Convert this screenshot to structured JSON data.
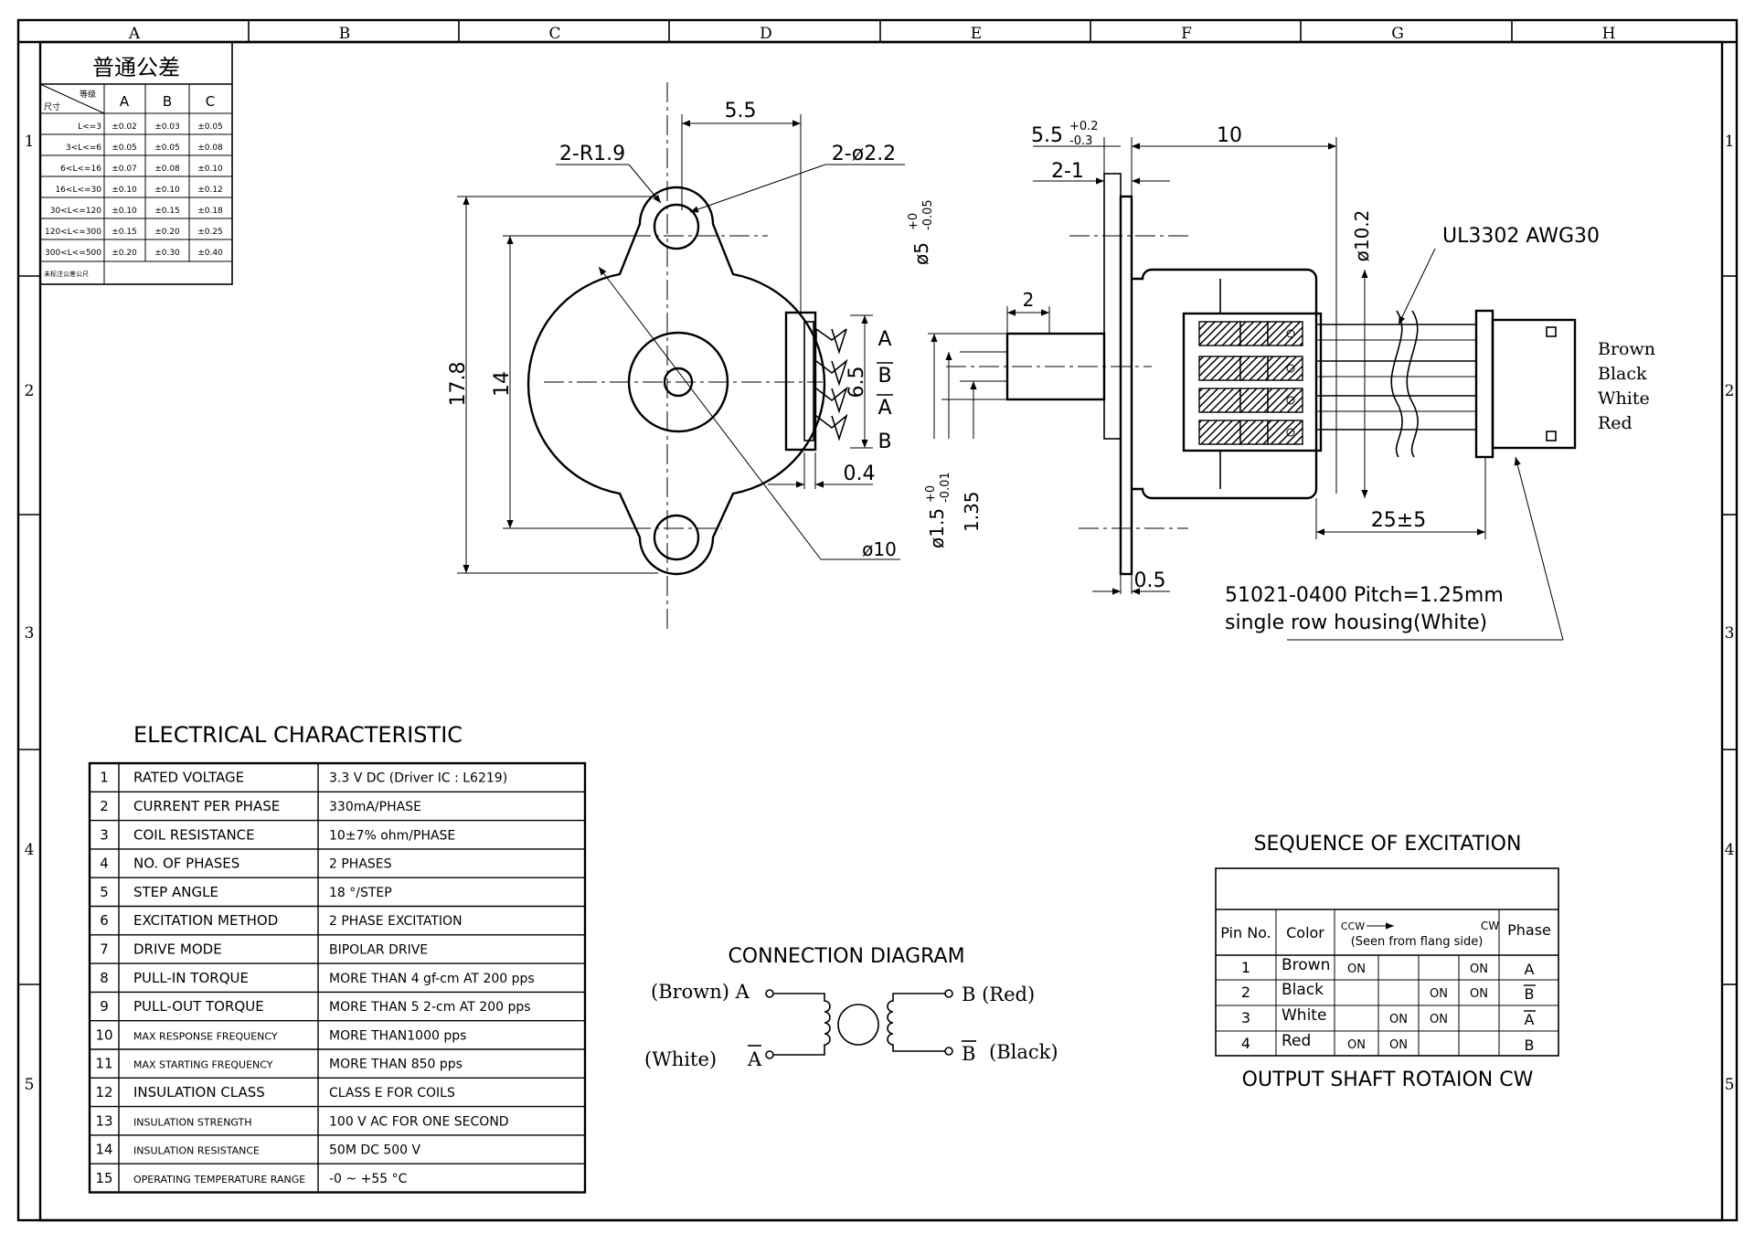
{
  "frame": {
    "columns": [
      "A",
      "B",
      "C",
      "D",
      "E",
      "F",
      "G",
      "H"
    ],
    "rows": [
      "1",
      "2",
      "3",
      "4",
      "5"
    ]
  },
  "tolerance_table": {
    "title": "普通公差",
    "header_size": "尺寸",
    "header_grade": "等级",
    "grades": [
      "A",
      "B",
      "C"
    ],
    "rows": [
      {
        "range": "L<=3",
        "a": "±0.02",
        "b": "±0.03",
        "c": "±0.05"
      },
      {
        "range": "3<L<=6",
        "a": "±0.05",
        "b": "±0.05",
        "c": "±0.08"
      },
      {
        "range": "6<L<=16",
        "a": "±0.07",
        "b": "±0.08",
        "c": "±0.10"
      },
      {
        "range": "16<L<=30",
        "a": "±0.10",
        "b": "±0.10",
        "c": "±0.12"
      },
      {
        "range": "30<L<=120",
        "a": "±0.10",
        "b": "±0.15",
        "c": "±0.18"
      },
      {
        "range": "120<L<=300",
        "a": "±0.15",
        "b": "±0.20",
        "c": "±0.25"
      },
      {
        "range": "300<L<=500",
        "a": "±0.20",
        "b": "±0.30",
        "c": "±0.40"
      }
    ],
    "footer": "未标注公差公尺"
  },
  "front_view": {
    "dim_top": "5.5",
    "dim_radius": "2-R1.9",
    "dim_holes": "2-ø2.2",
    "dim_height": "17.8",
    "dim_pitch": "14",
    "dim_terminal": "6.5",
    "dim_thickness": "0.4",
    "dim_diameter": "ø10",
    "pins": [
      "A",
      "B",
      "A",
      "B"
    ]
  },
  "side_view": {
    "dim_shaft": "5.5",
    "dim_shaft_tol_up": "+0.2",
    "dim_shaft_tol_dn": "-0.3",
    "dim_length": "10",
    "dim_flange": "2-1",
    "dim_boss": "ø5",
    "dim_boss_tol_up": "+0",
    "dim_boss_tol_dn": "-0.05",
    "dim_body": "ø10.2",
    "dim_step": "2",
    "dim_pin": "ø1.5",
    "dim_pin_tol_up": "+0",
    "dim_pin_tol_dn": "-0.01",
    "dim_pin_len": "1.35",
    "dim_gap": "0.5",
    "dim_lead": "25±5",
    "wire": "UL3302  AWG30",
    "connector_line1": "51021-0400  Pitch=1.25mm",
    "connector_line2": "single  row  housing(White)",
    "colors": [
      "Brown",
      "Black",
      "White",
      "Red"
    ]
  },
  "electrical": {
    "title": "ELECTRICAL   CHARACTERISTIC",
    "rows": [
      {
        "no": "1",
        "item": "RATED  VOLTAGE",
        "value": "3.3  V DC    (Driver IC : L6219)",
        "small": false
      },
      {
        "no": "2",
        "item": "CURRENT  PER  PHASE",
        "value": "330mA/PHASE",
        "small": false
      },
      {
        "no": "3",
        "item": "COIL  RESISTANCE",
        "value": "10±7% ohm/PHASE",
        "small": false
      },
      {
        "no": "4",
        "item": "NO.  OF  PHASES",
        "value": "2     PHASES",
        "small": false
      },
      {
        "no": "5",
        "item": "STEP  ANGLE",
        "value": "18    °/STEP",
        "small": false
      },
      {
        "no": "6",
        "item": "EXCITATION  METHOD",
        "value": "2  PHASE  EXCITATION",
        "small": false
      },
      {
        "no": "7",
        "item": "DRIVE  MODE",
        "value": "BIPOLAR  DRIVE",
        "small": false
      },
      {
        "no": "8",
        "item": "PULL-IN  TORQUE",
        "value": "MORE  THAN  4   gf-cm  AT  200  pps",
        "small": false
      },
      {
        "no": "9",
        "item": "PULL-OUT  TORQUE",
        "value": "MORE  THAN  5   2-cm  AT  200  pps",
        "small": false
      },
      {
        "no": "10",
        "item": "MAX RESPONSE FREQUENCY",
        "value": "MORE  THAN1000    pps",
        "small": true
      },
      {
        "no": "11",
        "item": "MAX STARTING FREQUENCY",
        "value": "MORE  THAN  850  pps",
        "small": true
      },
      {
        "no": "12",
        "item": "INSULATION  CLASS",
        "value": "CLASS  E  FOR  COILS",
        "small": false
      },
      {
        "no": "13",
        "item": "INSULATION  STRENGTH",
        "value": "100  V  AC  FOR  ONE  SECOND",
        "small": true
      },
      {
        "no": "14",
        "item": "INSULATION  RESISTANCE",
        "value": "50M   DC  500  V",
        "small": true
      },
      {
        "no": "15",
        "item": "OPERATING TEMPERATURE RANGE",
        "value": "-0 ~  +55 °C",
        "small": true
      }
    ]
  },
  "connection": {
    "title": "CONNECTION   DIAGRAM",
    "left_top": "(Brown)  A",
    "left_bottom": "(White)",
    "left_bottom_pin": "A",
    "right_top": "B   (Red)",
    "right_bottom_pin": "B",
    "right_bottom": "(Black)"
  },
  "sequence": {
    "title": "SEQUENCE  OF  EXCITATION",
    "col_pin": "Pin  No.",
    "col_color": "Color",
    "ccw": "CCW",
    "cw": "CW",
    "seen": "(Seen  from  flang  side)",
    "col_phase": "Phase",
    "rows": [
      {
        "pin": "1",
        "color": "Brown",
        "s": [
          "ON",
          "",
          "",
          "ON"
        ],
        "phase": "A"
      },
      {
        "pin": "2",
        "color": "Black",
        "s": [
          "",
          "",
          "ON",
          "ON"
        ],
        "phase": "B"
      },
      {
        "pin": "3",
        "color": "White",
        "s": [
          "",
          "ON",
          "ON",
          ""
        ],
        "phase": "A"
      },
      {
        "pin": "4",
        "color": "Red",
        "s": [
          "ON",
          "ON",
          "",
          ""
        ],
        "phase": "B"
      }
    ],
    "footer": "OUTPUT  SHAFT  ROTAION  CW"
  }
}
